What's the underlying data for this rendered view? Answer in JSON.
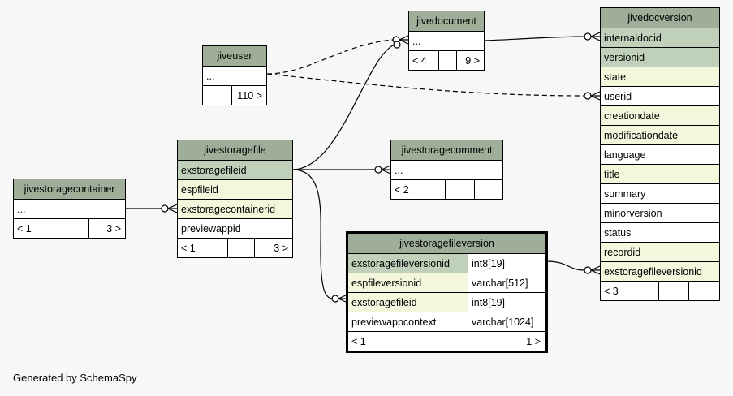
{
  "tables": {
    "jiveuser": {
      "name": "jiveuser",
      "ellipsis": "...",
      "parents": "",
      "children": "110 >"
    },
    "jivedocument": {
      "name": "jivedocument",
      "ellipsis": "...",
      "parents": "< 4",
      "children": "9 >"
    },
    "jivestoragecontainer": {
      "name": "jivestoragecontainer",
      "ellipsis": "...",
      "parents": "< 1",
      "children": "3 >"
    },
    "jivestoragefile": {
      "name": "jivestoragefile",
      "columns": [
        "exstoragefileid",
        "espfileid",
        "exstoragecontainerid",
        "previewappid"
      ],
      "parents": "< 1",
      "children": "3 >"
    },
    "jivestoragecomment": {
      "name": "jivestoragecomment",
      "ellipsis": "...",
      "parents": "< 2",
      "children": ""
    },
    "jivestoragefileversion": {
      "name": "jivestoragefileversion",
      "columns": [
        {
          "name": "exstoragefileversionid",
          "type": "int8[19]"
        },
        {
          "name": "espfileversionid",
          "type": "varchar[512]"
        },
        {
          "name": "exstoragefileid",
          "type": "int8[19]"
        },
        {
          "name": "previewappcontext",
          "type": "varchar[1024]"
        }
      ],
      "parents": "< 1",
      "children": "1 >"
    },
    "jivedocversion": {
      "name": "jivedocversion",
      "columns": [
        "internaldocid",
        "versionid",
        "state",
        "userid",
        "creationdate",
        "modificationdate",
        "language",
        "title",
        "summary",
        "minorversion",
        "status",
        "recordid",
        "exstoragefileversionid"
      ],
      "parents": "< 3",
      "children": ""
    }
  },
  "footer": "Generated by SchemaSpy"
}
